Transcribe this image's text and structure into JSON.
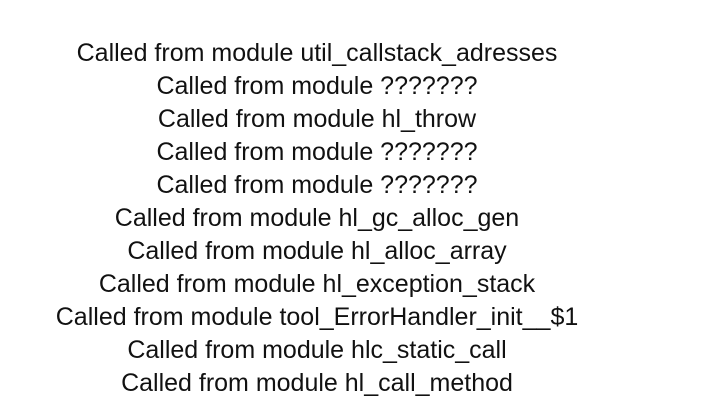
{
  "callstack": {
    "lines": [
      "Called from module util_callstack_adresses",
      "Called from module ???????",
      "Called from module hl_throw",
      "Called from module ???????",
      "Called from module ???????",
      "Called from module hl_gc_alloc_gen",
      "Called from module hl_alloc_array",
      "Called from module hl_exception_stack",
      "Called from module tool_ErrorHandler_init__$1",
      "Called from module hlc_static_call",
      "Called from module hl_call_method"
    ]
  }
}
